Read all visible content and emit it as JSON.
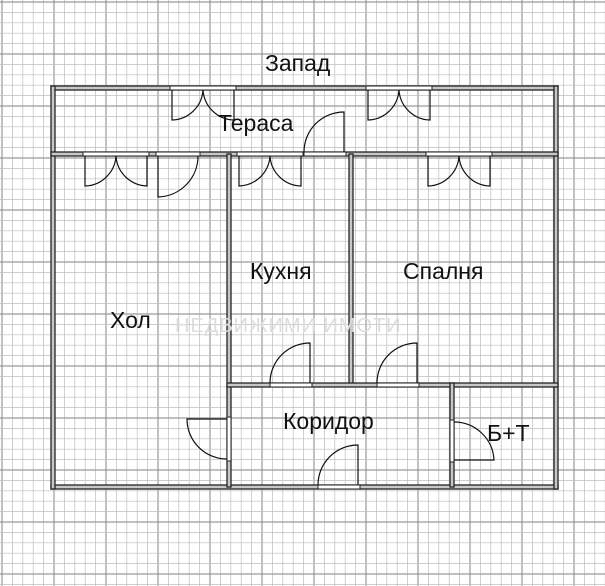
{
  "plan": {
    "orientation_label": "Запад",
    "rooms": [
      {
        "id": "terrace",
        "label": "Тераса"
      },
      {
        "id": "hall",
        "label": "Хол"
      },
      {
        "id": "kitchen",
        "label": "Кухня"
      },
      {
        "id": "bedroom",
        "label": "Спалня"
      },
      {
        "id": "corridor",
        "label": "Коридор"
      },
      {
        "id": "bathroom",
        "label": "Б+Т"
      }
    ],
    "watermark": "НЕДВИЖИМИ ИМОТИ"
  },
  "colors": {
    "grid": "#bdbdbd",
    "wall": "#c8c8c8",
    "line": "#222222"
  }
}
